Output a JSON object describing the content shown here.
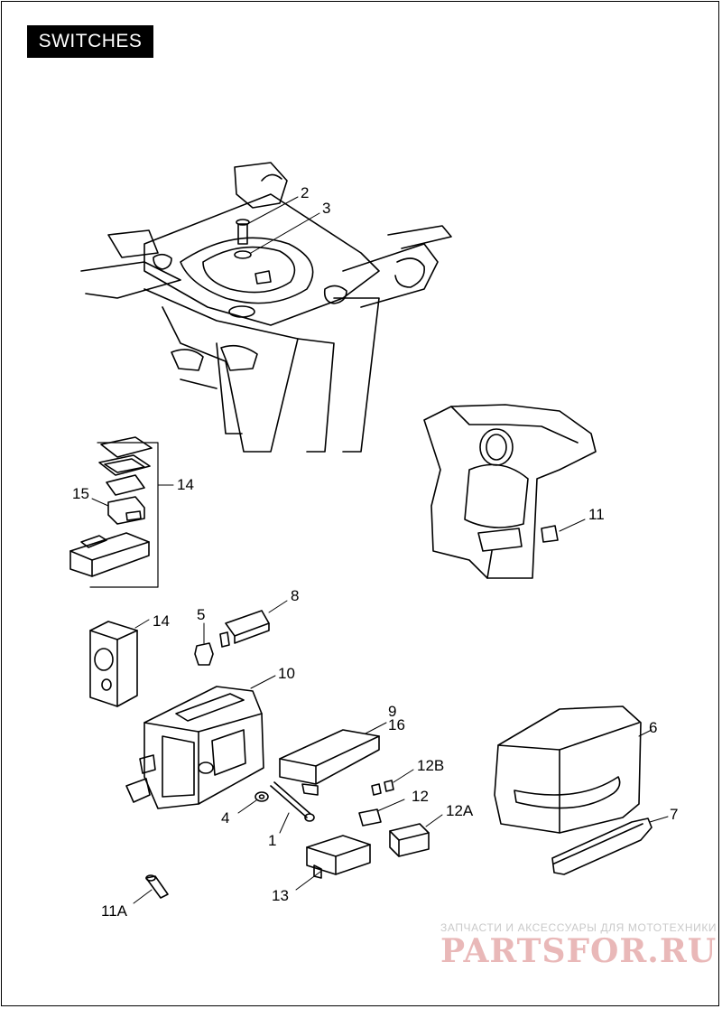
{
  "title": "SWITCHES",
  "labels": {
    "l1": "1",
    "l2": "2",
    "l3": "3",
    "l4": "4",
    "l5": "5",
    "l6": "6",
    "l7": "7",
    "l8": "8",
    "l9": "9",
    "l10": "10",
    "l11": "11",
    "l11A": "11A",
    "l12": "12",
    "l12A": "12A",
    "l12B": "12B",
    "l13": "13",
    "l14a": "14",
    "l14b": "14",
    "l15": "15",
    "l16": "16"
  },
  "watermark": {
    "tagline": "ЗАПЧАСТИ И АКСЕССУАРЫ ДЛЯ МОТОТЕХНИКИ",
    "brand": "PARTSFOR.RU"
  },
  "colors": {
    "ink": "#000000",
    "paper": "#ffffff",
    "watermark": "#e9b8b8"
  }
}
